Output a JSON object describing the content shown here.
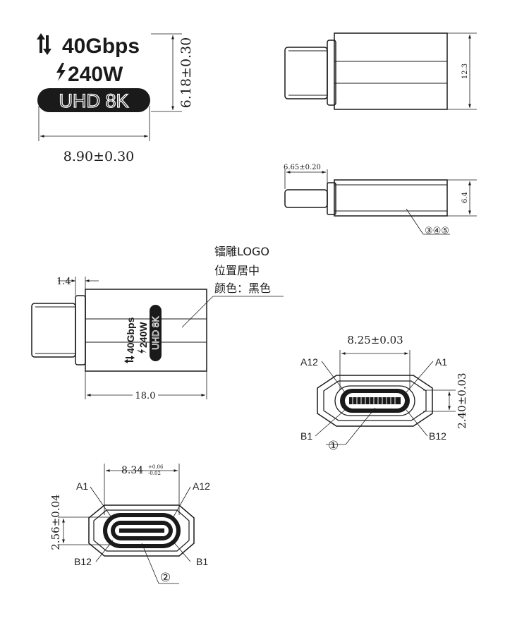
{
  "logo": {
    "line1": "40Gbps",
    "line2": "240W",
    "badge": "UHD 8K"
  },
  "dimensions": {
    "logo_height": "6.18±0.30",
    "logo_width": "8.90±0.30",
    "body_height": "12.3",
    "plug_length": "6.65±0.20",
    "body_thickness": "6.4",
    "plug_step": "1.4",
    "body_length": "18.0",
    "socket_width": "8.25±0.03",
    "socket_height": "2.40±0.03",
    "plug_width_base": "8.34",
    "plug_width_tol_upper": "+0.06",
    "plug_width_tol_lower": "-0.02",
    "plug_height": "2.56±0.04"
  },
  "callouts": {
    "side_parts": "③④⑤",
    "socket_part": "①",
    "plug_part": "②"
  },
  "note": {
    "line1": "镭雕LOGO",
    "line2": "位置居中",
    "line3": "颜色：黑色"
  },
  "pins": {
    "a12": "A12",
    "a1": "A1",
    "b1": "B1",
    "b12": "B12"
  }
}
